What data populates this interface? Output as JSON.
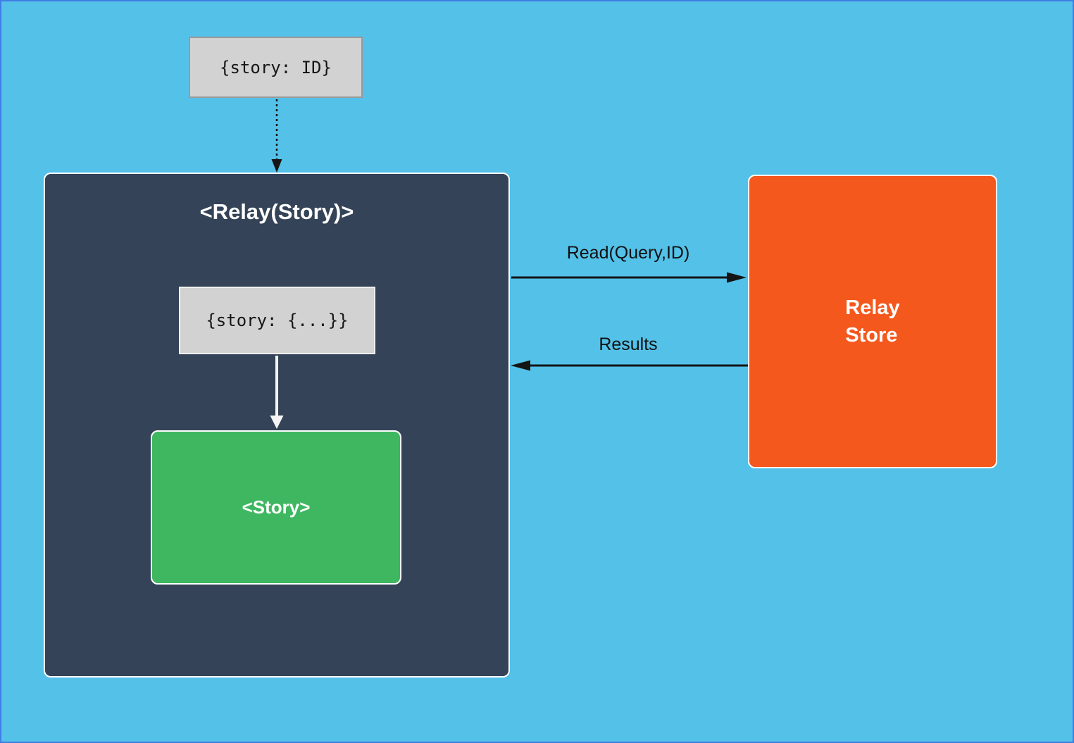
{
  "colors": {
    "page_border": "#3f7de6",
    "background": "#54c1e8",
    "relay_fill": "#344357",
    "story_fill": "#3fb761",
    "store_fill": "#f4581c",
    "code_box_bg": "#d2d2d2",
    "code_box_border": "#999999",
    "inner_code_border": "#efefef",
    "arrow_dark": "#151515",
    "arrow_light": "#f5f5f5"
  },
  "nodes": {
    "query_props": {
      "label": "{story: ID}"
    },
    "relay_component": {
      "title": "<Relay(Story)>"
    },
    "resolved_props": {
      "label": "{story: {...}}"
    },
    "story_component": {
      "label": "<Story>"
    },
    "relay_store": {
      "label": "Relay\nStore"
    }
  },
  "edges": {
    "read": {
      "label": "Read(Query,ID)"
    },
    "results": {
      "label": "Results"
    }
  }
}
